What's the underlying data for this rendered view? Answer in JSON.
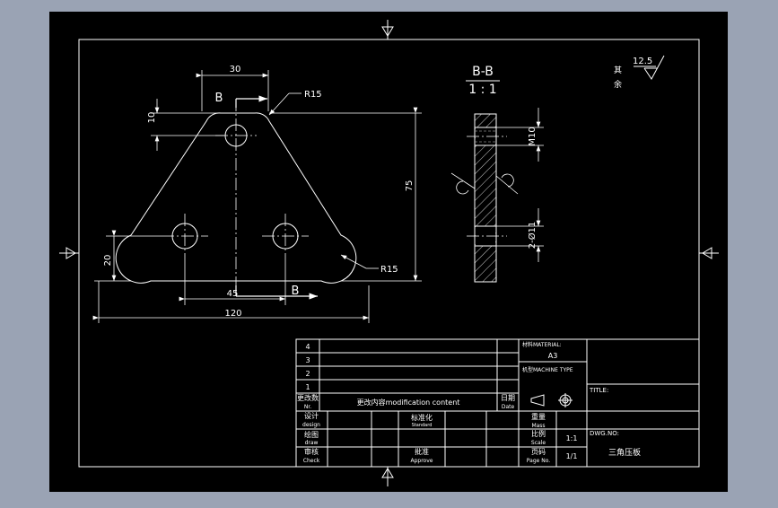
{
  "colors": {
    "frame_bg": "#9aa3b4",
    "paper": "#000000",
    "line": "#ffffff",
    "hidden": "#c8c8c8"
  },
  "dims": {
    "top_30": "30",
    "left_10": "10",
    "r15_top": "R15",
    "r15_bottom": "R15",
    "h_75": "75",
    "left_20": "20",
    "w_45": "45",
    "w_120": "120",
    "m10": "M10",
    "holes": "2-Ø11"
  },
  "section": {
    "mark_top": "B",
    "mark_bottom": "B",
    "title": "B-B",
    "scale": "1 : 1"
  },
  "roughness": {
    "value": "12.5",
    "label_1": "其",
    "label_2": "余"
  },
  "title_block": {
    "rev_rows": [
      "4",
      "3",
      "2",
      "1"
    ],
    "rev_no": "更改数",
    "rev_no_en": "Nr.",
    "rev_content": "更改内容modification content",
    "date": "日期",
    "date_en": "Date",
    "material_label": "材料MATERIAL:",
    "material_value": "A3",
    "machine_label": "机型MACHINE TYPE",
    "title_label": "TITLE:",
    "design": "设计",
    "design_en": "design",
    "std": "标准化",
    "std_en": "Standard",
    "mass": "重量",
    "mass_en": "Mass",
    "draw": "绘图",
    "draw_en": "draw",
    "scale_cn": "比例",
    "scale_en": "Scale",
    "scale_val": "1:1",
    "check": "审核",
    "check_en": "Check",
    "approve": "批准",
    "approve_en": "Approve",
    "page": "页码",
    "page_en": "Page No.",
    "page_val": "1/1",
    "dwg_no": "DWG.NO:",
    "part_name": "三角压板"
  }
}
